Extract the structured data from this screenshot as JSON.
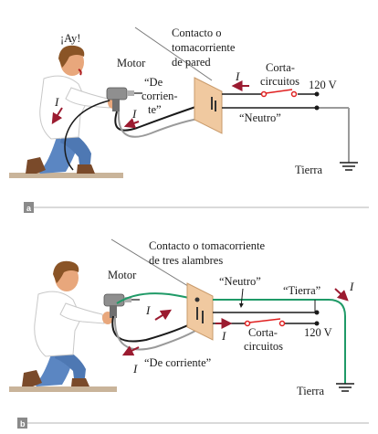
{
  "panel_a": {
    "tag": "a",
    "shout": "¡Ay!",
    "motor": "Motor",
    "outlet_line1": "Contacto o",
    "outlet_line2": "tomacorriente",
    "outlet_line3": "de pared",
    "hot_line1": "“De",
    "hot_line2": "corrien-",
    "hot_line3": "te”",
    "current": "I",
    "breaker_line1": "Corta-",
    "breaker_line2": "circuitos",
    "voltage": "120 V",
    "neutral": "“Neutro”",
    "ground": "Tierra"
  },
  "panel_b": {
    "tag": "b",
    "motor": "Motor",
    "outlet_line1": "Contacto o tomacorriente",
    "outlet_line2": "de tres alambres",
    "neutral": "“Neutro”",
    "ground_wire": "“Tierra”",
    "current": "I",
    "breaker_line1": "Corta-",
    "breaker_line2": "circuitos",
    "voltage": "120 V",
    "hot": "“De corriente”",
    "ground": "Tierra"
  },
  "colors": {
    "hot_wire": "#1a1a1a",
    "neutral_wire": "#9a9a9a",
    "ground_wire": "#1f9a67",
    "arrow": "#9b1b30",
    "breaker": "#e02020",
    "outlet": "#f0c9a0",
    "floor": "#c9b49a",
    "shirt": "#ffffff",
    "jeans": "#5b86c2",
    "skin": "#e8a77c",
    "hair": "#8a5426",
    "panel_tag_bg": "#8a8a8a"
  }
}
